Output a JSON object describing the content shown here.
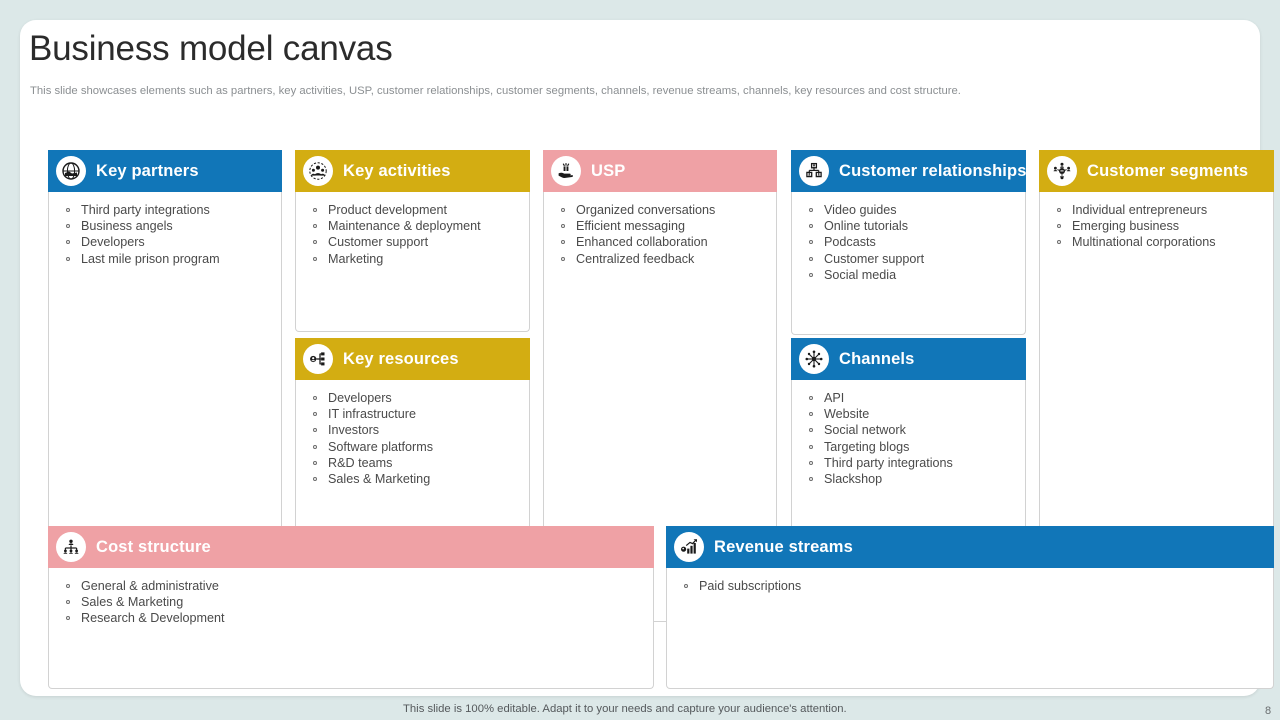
{
  "page": {
    "title": "Business model canvas",
    "subtitle": "This slide showcases elements such as partners, key activities, USP, customer relationships, customer segments, channels, revenue streams, channels, key resources and cost structure.",
    "footer_note": "This slide is 100% editable. Adapt it to your needs and capture your audience's attention.",
    "page_number": "8"
  },
  "colors": {
    "blue": "#1176b8",
    "gold": "#d3ad12",
    "pink": "#efa1a5",
    "background": "#dce8e8",
    "card": "#ffffff",
    "body_text": "#4a4a4a",
    "title_text": "#2b2b2b",
    "subtitle_text": "#8b8f92"
  },
  "blocks": {
    "key_partners": {
      "title": "Key partners",
      "icon": "globe-handshake-icon",
      "theme": "blue",
      "items": [
        "Third  party integrations",
        "Business angels",
        "Developers",
        "Last mile prison program"
      ]
    },
    "key_activities": {
      "title": "Key activities",
      "icon": "team-group-icon",
      "theme": "gold",
      "items": [
        "Product development",
        "Maintenance & deployment",
        "Customer support",
        "Marketing"
      ]
    },
    "key_resources": {
      "title": "Key resources",
      "icon": "resource-network-icon",
      "theme": "gold",
      "items": [
        "Developers",
        "IT infrastructure",
        "Investors",
        "Software  platforms",
        "R&D teams",
        "Sales & Marketing"
      ]
    },
    "usp": {
      "title": "USP",
      "icon": "hand-gift-icon",
      "theme": "pink",
      "items": [
        "Organized  conversations",
        "Efficient messaging",
        "Enhanced collaboration",
        "Centralized feedback"
      ]
    },
    "customer_relationships": {
      "title": "Customer relationships",
      "icon": "org-chart-icon",
      "theme": "blue",
      "items": [
        "Video guides",
        "Online tutorials",
        "Podcasts",
        "Customer support",
        "Social media"
      ]
    },
    "channels": {
      "title": "Channels",
      "icon": "radial-network-icon",
      "theme": "blue",
      "items": [
        "API",
        "Website",
        "Social network",
        "Targeting  blogs",
        "Third  party integrations",
        "Slackshop"
      ]
    },
    "customer_segments": {
      "title": "Customer segments",
      "icon": "people-target-icon",
      "theme": "gold",
      "items": [
        "Individual  entrepreneurs",
        "Emerging business",
        "Multinational corporations"
      ]
    },
    "cost_structure": {
      "title": "Cost structure",
      "icon": "hierarchy-icon",
      "theme": "pink",
      "items": [
        "General  & administrative",
        "Sales & Marketing",
        "Research  & Development"
      ]
    },
    "revenue_streams": {
      "title": "Revenue streams",
      "icon": "bar-chart-growth-icon",
      "theme": "blue",
      "items": [
        "Paid subscriptions"
      ]
    }
  }
}
